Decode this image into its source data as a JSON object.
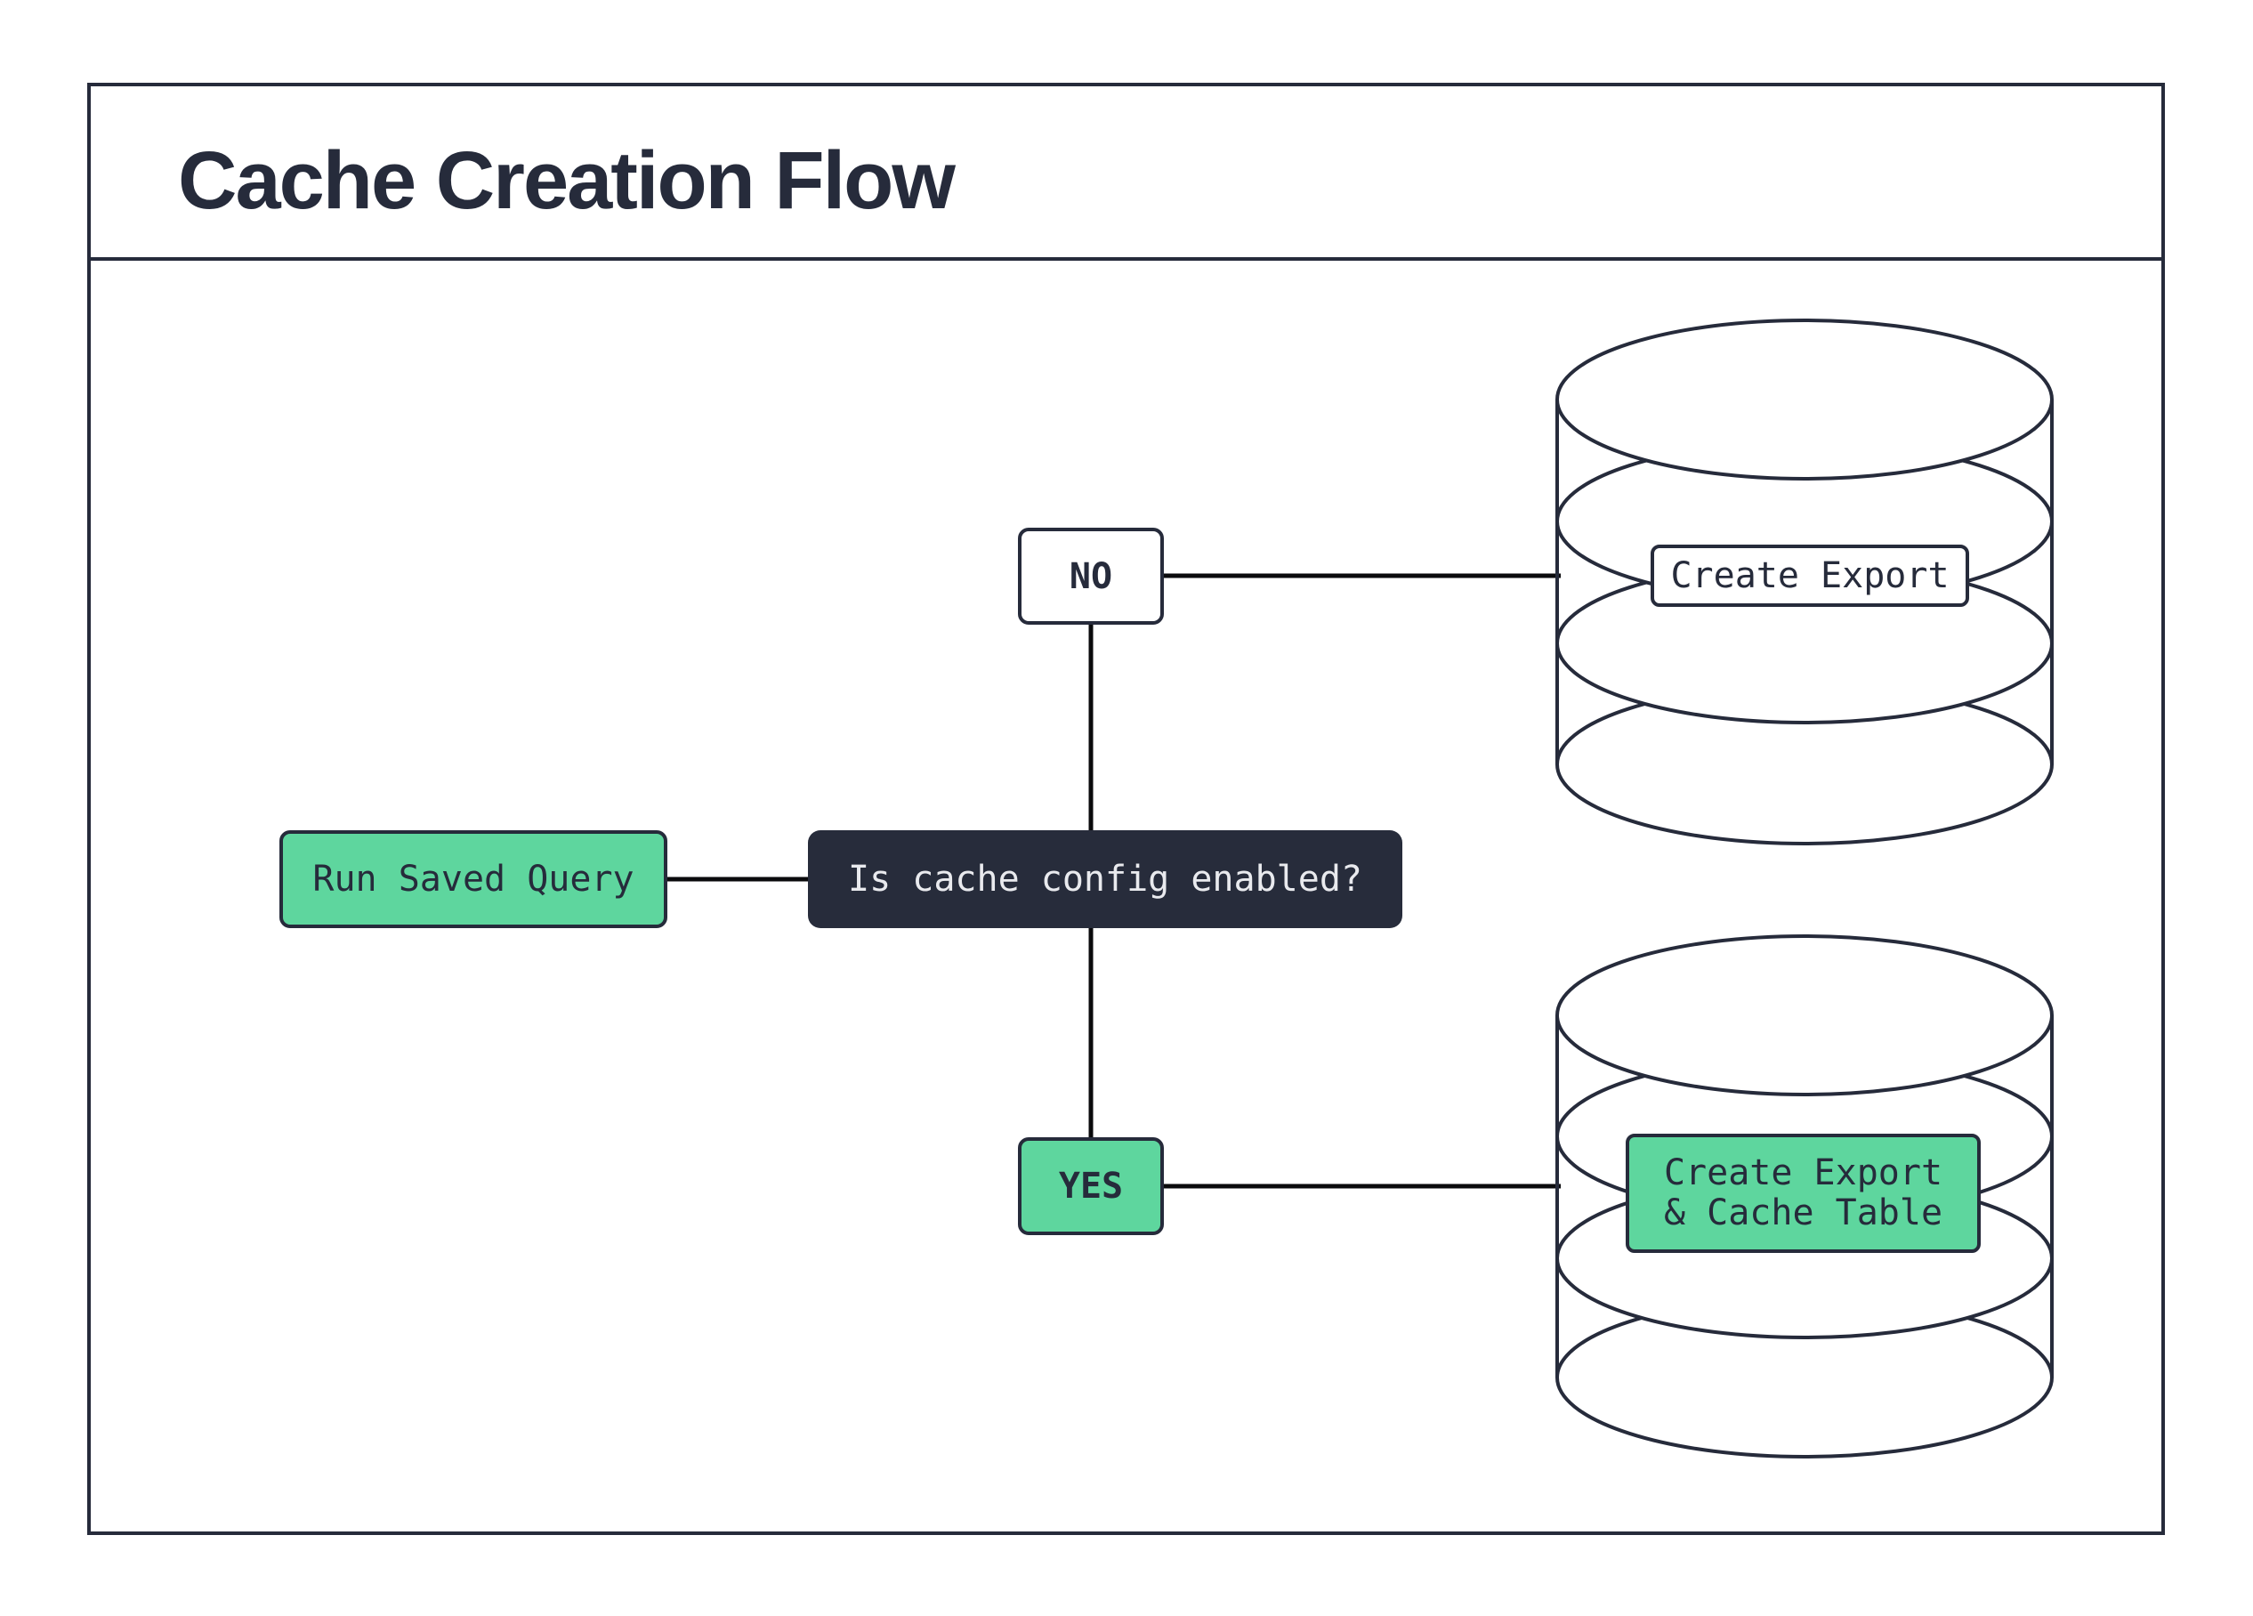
{
  "title": "Cache Creation Flow",
  "nodes": {
    "start": {
      "label": "Run Saved Query"
    },
    "decision": {
      "label": "Is cache config enabled?"
    },
    "branch_no": {
      "label": "NO"
    },
    "branch_yes": {
      "label": "YES"
    },
    "db_no_label": {
      "label": "Create Export"
    },
    "db_yes_label": {
      "line1": "Create Export",
      "line2": "& Cache Table"
    }
  },
  "colors": {
    "ink": "#262B3B",
    "accent_green": "#5ED69E",
    "decision_bg": "#272C3B",
    "decision_text": "#E9EAEE",
    "connector": "#0A0A0C",
    "background": "#FFFFFF"
  }
}
